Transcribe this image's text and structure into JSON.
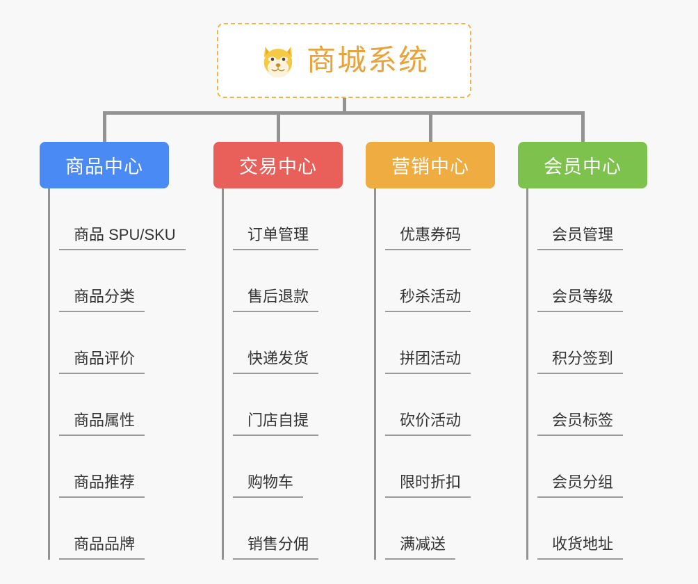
{
  "root": {
    "title": "商城系统",
    "emoji_name": "shiba-dog-emoji",
    "border_color": "#f0b44a",
    "title_color": "#e8a33d"
  },
  "connector_color": "#939393",
  "background_color": "#f8f8f8",
  "columns": [
    {
      "id": "product-center",
      "header": "商品中心",
      "color": "#4a8af4",
      "items": [
        "商品 SPU/SKU",
        "商品分类",
        "商品评价",
        "商品属性",
        "商品推荐",
        "商品品牌"
      ]
    },
    {
      "id": "trade-center",
      "header": "交易中心",
      "color": "#e9605b",
      "items": [
        "订单管理",
        "售后退款",
        "快递发货",
        "门店自提",
        "购物车",
        "销售分佣"
      ]
    },
    {
      "id": "marketing-center",
      "header": "营销中心",
      "color": "#eeac41",
      "items": [
        "优惠券码",
        "秒杀活动",
        "拼团活动",
        "砍价活动",
        "限时折扣",
        "满减送"
      ]
    },
    {
      "id": "member-center",
      "header": "会员中心",
      "color": "#7cc24c",
      "items": [
        "会员管理",
        "会员等级",
        "积分签到",
        "会员标签",
        "会员分组",
        "收货地址"
      ]
    }
  ]
}
